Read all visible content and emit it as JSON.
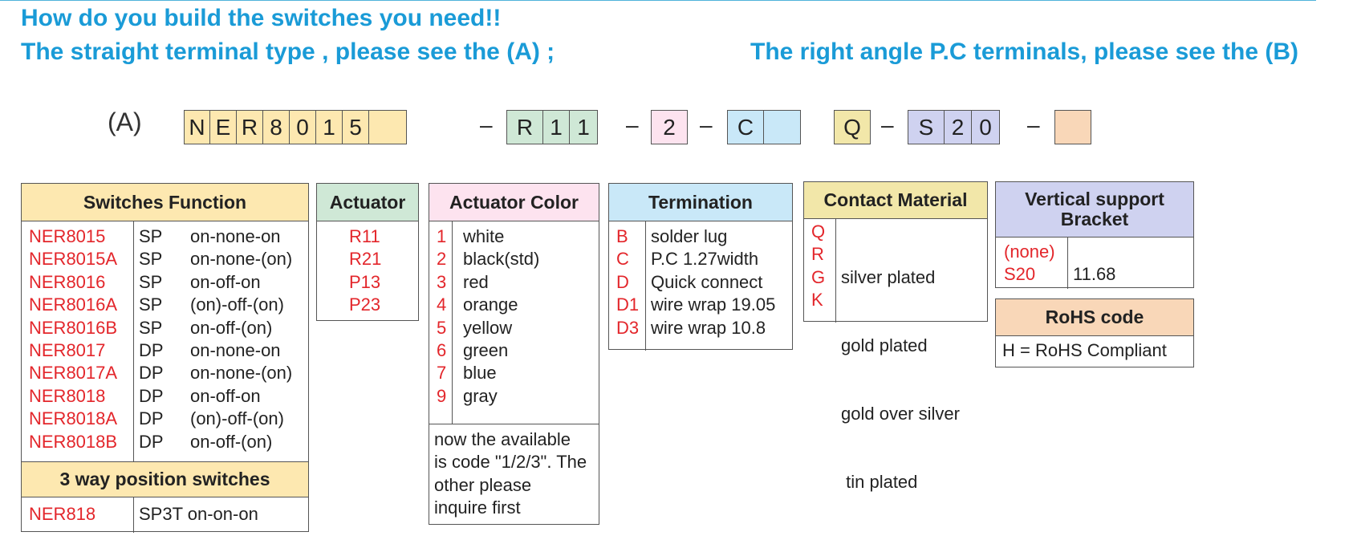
{
  "header": {
    "line1": "How do you build the switches you need!!",
    "line2_left": "The straight terminal type , please see the (A) ;",
    "line2_right": "The right angle P.C terminals, please see the (B)"
  },
  "code": {
    "label": "(A)",
    "group1": [
      "N",
      "E",
      "R",
      "8",
      "0",
      "1",
      "5",
      ""
    ],
    "group2": [
      "R",
      "1",
      "1"
    ],
    "group3": [
      "2"
    ],
    "group4": [
      "C",
      ""
    ],
    "group5": [
      "Q"
    ],
    "group6": [
      "S",
      "2",
      "0"
    ],
    "group7": [
      ""
    ],
    "dash": "–"
  },
  "tables": {
    "switches_function": {
      "title": "Switches Function",
      "rows": [
        [
          "NER8015",
          "SP",
          "on-none-on"
        ],
        [
          "NER8015A",
          "SP",
          "on-none-(on)"
        ],
        [
          "NER8016",
          "SP",
          "on-off-on"
        ],
        [
          "NER8016A",
          "SP",
          "(on)-off-(on)"
        ],
        [
          "NER8016B",
          "SP",
          "on-off-(on)"
        ],
        [
          "NER8017",
          "DP",
          "on-none-on"
        ],
        [
          "NER8017A",
          "DP",
          "on-none-(on)"
        ],
        [
          "NER8018",
          "DP",
          "on-off-on"
        ],
        [
          "NER8018A",
          "DP",
          "(on)-off-(on)"
        ],
        [
          "NER8018B",
          "DP",
          "on-off-(on)"
        ]
      ],
      "subtitle": "3 way position switches",
      "sub_rows": [
        [
          "NER818",
          "SP3T  on-on-on"
        ]
      ]
    },
    "actuator": {
      "title": "Actuator",
      "items": [
        "R11",
        "R21",
        "P13",
        "P23"
      ]
    },
    "actuator_color": {
      "title": "Actuator Color",
      "rows": [
        [
          "1",
          "white"
        ],
        [
          "2",
          "black(std)"
        ],
        [
          "3",
          "red"
        ],
        [
          "4",
          "orange"
        ],
        [
          "5",
          "yellow"
        ],
        [
          "6",
          "green"
        ],
        [
          "7",
          "blue"
        ],
        [
          "9",
          "gray"
        ]
      ],
      "note": [
        "now the available",
        "is code \"1/2/3\". The",
        "other please",
        "inquire first"
      ]
    },
    "termination": {
      "title": "Termination",
      "rows": [
        [
          "B",
          "solder lug"
        ],
        [
          "C",
          "P.C 1.27width"
        ],
        [
          "D",
          "Quick connect"
        ],
        [
          "D1",
          "wire wrap 19.05"
        ],
        [
          "D3",
          "wire wrap 10.8"
        ]
      ]
    },
    "contact_material": {
      "title": "Contact Material",
      "rows": [
        [
          "Q",
          "silver plated"
        ],
        [
          "R",
          "gold plated"
        ],
        [
          "G",
          "gold over silver"
        ],
        [
          "K",
          " tin plated"
        ]
      ]
    },
    "vertical_support": {
      "title_line1": "Vertical support",
      "title_line2": "Bracket",
      "codes": [
        "(none)",
        "S20"
      ],
      "value": "11.68"
    },
    "rohs": {
      "title": "RoHS code",
      "text": "H = RoHS Compliant"
    }
  },
  "colors": {
    "heading_blue": "#1a9bd7",
    "code_red": "#e3262b",
    "function_yellow": "#fde8b0",
    "actuator_green": "#cfe8d6",
    "color_pink": "#fde3ef",
    "termination_blue": "#c9e8f8",
    "contact_khaki": "#f2e7a9",
    "support_lavender": "#cfd2f0",
    "rohs_peach": "#f9d7b8"
  }
}
